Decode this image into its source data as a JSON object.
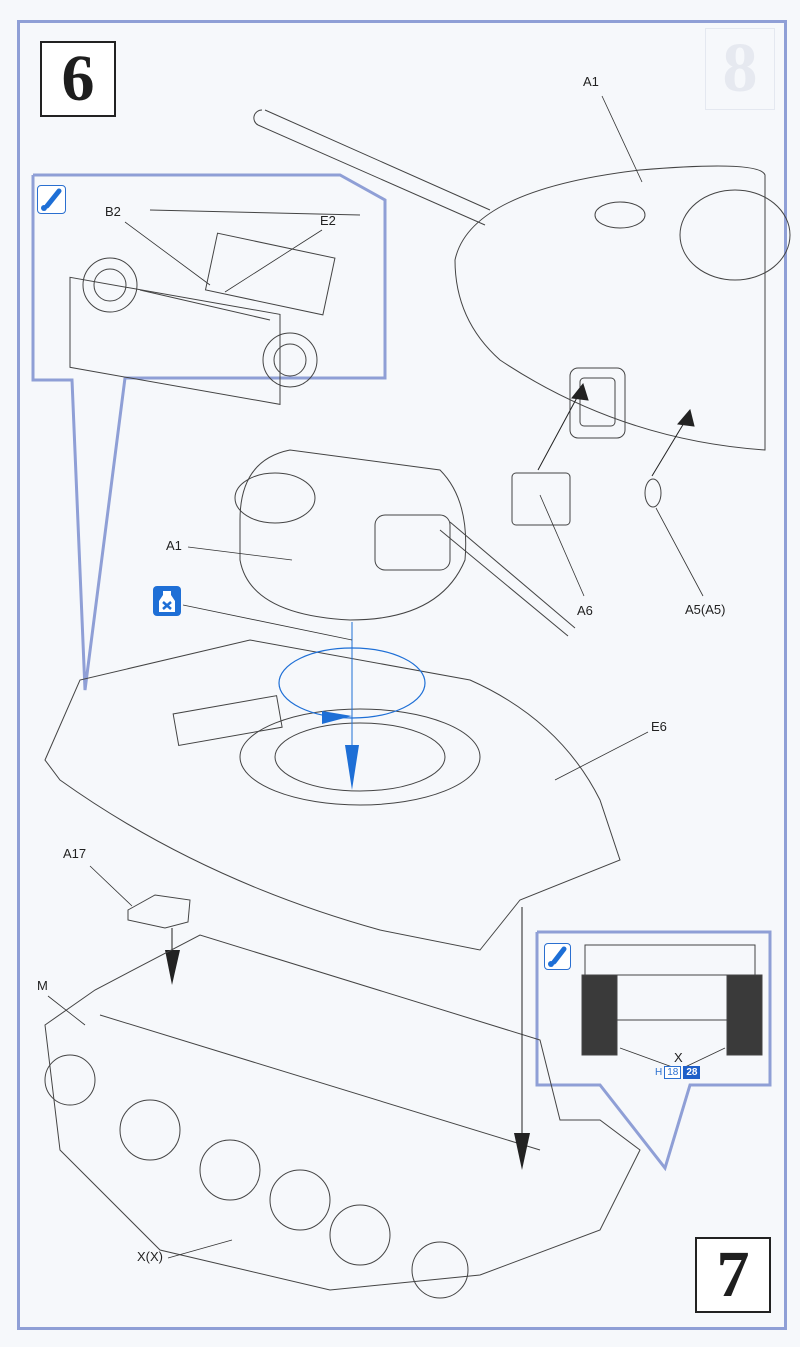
{
  "page": {
    "type": "model kit assembly instructions",
    "subject": "tank turret, hull upper and lower hull assembly"
  },
  "steps": {
    "current": "6",
    "next": "7",
    "ghost_next_page": "8"
  },
  "callouts": {
    "detail_inset_top": {
      "icon": "paint-brush-icon",
      "labels": [
        "B2",
        "E2"
      ]
    },
    "turret_top_view": {
      "labels": [
        "A1",
        "A6",
        "A5(A5)"
      ]
    },
    "main_assembly": {
      "labels": [
        "A1",
        "E6",
        "A17",
        "M",
        "X(X)"
      ],
      "no_glue_icon": "do-not-glue-icon"
    },
    "detail_inset_bottom": {
      "icon": "paint-brush-icon",
      "label": "X",
      "track_code": {
        "prefix": "H",
        "options": [
          "18",
          "28"
        ],
        "selected": "28"
      }
    }
  },
  "colors": {
    "frame": "#8f9fd6",
    "accent_blue": "#1e6fd6",
    "line": "#333333",
    "background": "#f6f8fb"
  }
}
